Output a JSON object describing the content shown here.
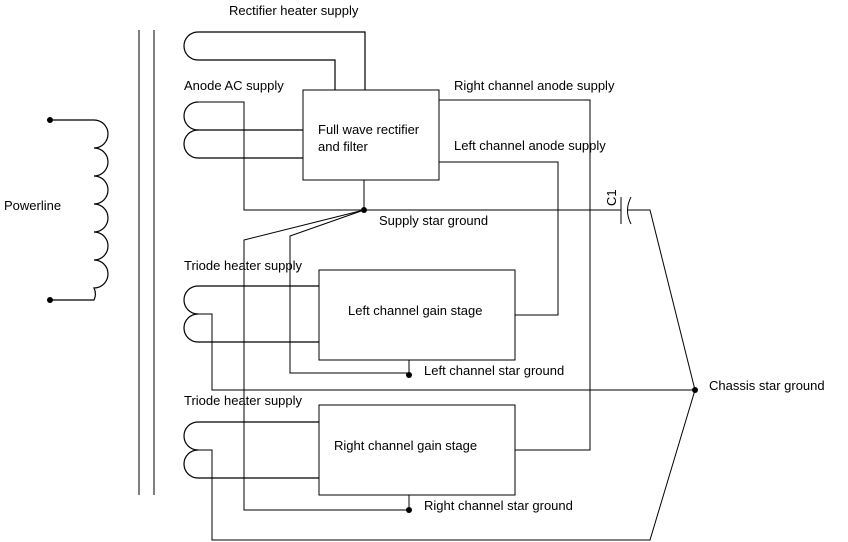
{
  "labels": {
    "powerline": "Powerline",
    "rectifier_heater": "Rectifier heater supply",
    "anode_ac": "Anode AC supply",
    "rectifier_box_line1": "Full wave rectifier",
    "rectifier_box_line2": "and filter",
    "right_anode": "Right channel anode supply",
    "left_anode": "Left channel anode supply",
    "c1": "C1",
    "supply_star": "Supply star ground",
    "triode_heater_1": "Triode heater supply",
    "left_gain": "Left channel gain stage",
    "left_star": "Left channel star ground",
    "chassis_star": "Chassis star ground",
    "triode_heater_2": "Triode heater supply",
    "right_gain": "Right channel gain stage",
    "right_star": "Right channel star ground"
  }
}
